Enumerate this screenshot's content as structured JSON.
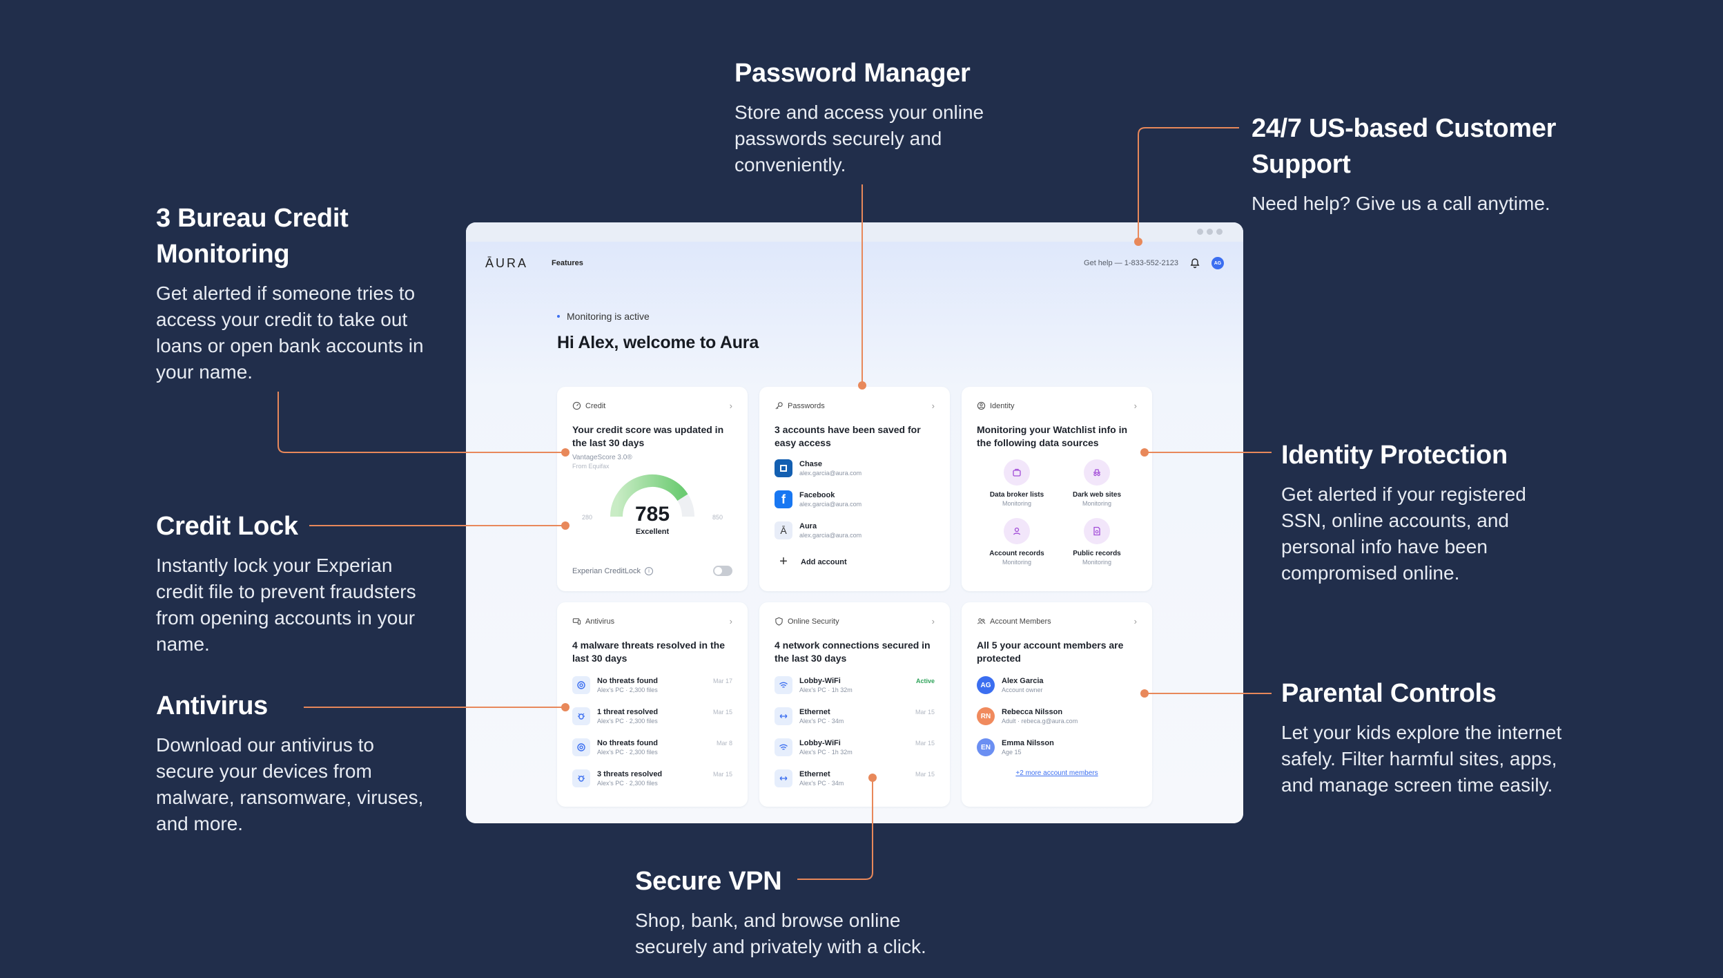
{
  "callouts": {
    "password": {
      "title": "Password Manager",
      "text": "Store and access your online passwords securely and conveniently."
    },
    "support": {
      "title": "24/7 US-based Customer Support",
      "text": "Need help? Give us a call anytime."
    },
    "credit": {
      "title": "3 Bureau Credit Monitoring",
      "text": "Get alerted if someone tries to access your credit to take out loans or open bank accounts in your name."
    },
    "lock": {
      "title": "Credit Lock",
      "text": "Instantly lock your Experian credit file to prevent fraudsters from opening accounts in your name."
    },
    "antivirus": {
      "title": "Antivirus",
      "text": "Download our antivirus to secure your devices from malware, ransomware, viruses, and more."
    },
    "identity": {
      "title": "Identity Protection",
      "text": "Get alerted if your registered SSN, online accounts, and personal info have been compromised online."
    },
    "parental": {
      "title": "Parental Controls",
      "text": "Let your kids explore the internet safely. Filter harmful sites, apps, and manage screen time easily."
    },
    "vpn": {
      "title": "Secure VPN",
      "text": "Shop, bank, and browse online securely and privately with a click."
    }
  },
  "app": {
    "logo": "ĀURA",
    "nav_link": "Features",
    "help": "Get help — 1-833-552-2123",
    "avatar": "AG",
    "status": "Monitoring is active",
    "welcome": "Hi Alex, welcome to Aura"
  },
  "credit": {
    "label": "Credit",
    "title": "Your credit score was updated in the last 30 days",
    "vantage": "VantageScore 3.0®",
    "source": "From Equifax",
    "score": "785",
    "score_label": "Excellent",
    "score_fraction": 0.82,
    "min": "280",
    "max": "850",
    "lock_label": "Experian CreditLock"
  },
  "passwords": {
    "label": "Passwords",
    "title": "3 accounts have been saved for easy access",
    "accounts": [
      {
        "name": "Chase",
        "email": "alex.garcia@aura.com"
      },
      {
        "name": "Facebook",
        "email": "alex.garcia@aura.com"
      },
      {
        "name": "Aura",
        "email": "alex.garcia@aura.com"
      }
    ],
    "add": "Add account"
  },
  "identity": {
    "label": "Identity",
    "title": "Monitoring your Watchlist info in the following data sources",
    "sources": [
      {
        "name": "Data broker lists",
        "status": "Monitoring"
      },
      {
        "name": "Dark web sites",
        "status": "Monitoring"
      },
      {
        "name": "Account records",
        "status": "Monitoring"
      },
      {
        "name": "Public records",
        "status": "Monitoring"
      }
    ]
  },
  "antivirus": {
    "label": "Antivirus",
    "title": "4 malware threats resolved in the last 30 days",
    "items": [
      {
        "title": "No threats found",
        "sub": "Alex's PC · 2,300 files",
        "date": "Mar 17"
      },
      {
        "title": "1 threat resolved",
        "sub": "Alex's PC · 2,300 files",
        "date": "Mar 15"
      },
      {
        "title": "No threats found",
        "sub": "Alex's PC · 2,300 files",
        "date": "Mar 8"
      },
      {
        "title": "3 threats resolved",
        "sub": "Alex's PC · 2,300 files",
        "date": "Mar 15"
      }
    ]
  },
  "security": {
    "label": "Online Security",
    "title": "4 network connections secured in the last 30 days",
    "items": [
      {
        "title": "Lobby-WiFi",
        "sub": "Alex's PC · 1h 32m",
        "date": "Active"
      },
      {
        "title": "Ethernet",
        "sub": "Alex's PC · 34m",
        "date": "Mar 15"
      },
      {
        "title": "Lobby-WiFi",
        "sub": "Alex's PC · 1h 32m",
        "date": "Mar 15"
      },
      {
        "title": "Ethernet",
        "sub": "Alex's PC · 34m",
        "date": "Mar 15"
      }
    ]
  },
  "members": {
    "label": "Account Members",
    "title": "All 5 your account members are protected",
    "items": [
      {
        "initials": "AG",
        "name": "Alex Garcia",
        "sub": "Account owner",
        "color": "#3b6ef0"
      },
      {
        "initials": "RN",
        "name": "Rebecca Nilsson",
        "sub": "Adult · rebeca.g@aura.com",
        "color": "#f08a5d"
      },
      {
        "initials": "EN",
        "name": "Emma Nilsson",
        "sub": "Age 15",
        "color": "#6b8ff2"
      }
    ],
    "more": "+2 more account members"
  },
  "colors": {
    "accent": "#3b6ef0",
    "callout_line": "#e8885a",
    "background": "#212e4b",
    "active": "#2fa35a"
  }
}
